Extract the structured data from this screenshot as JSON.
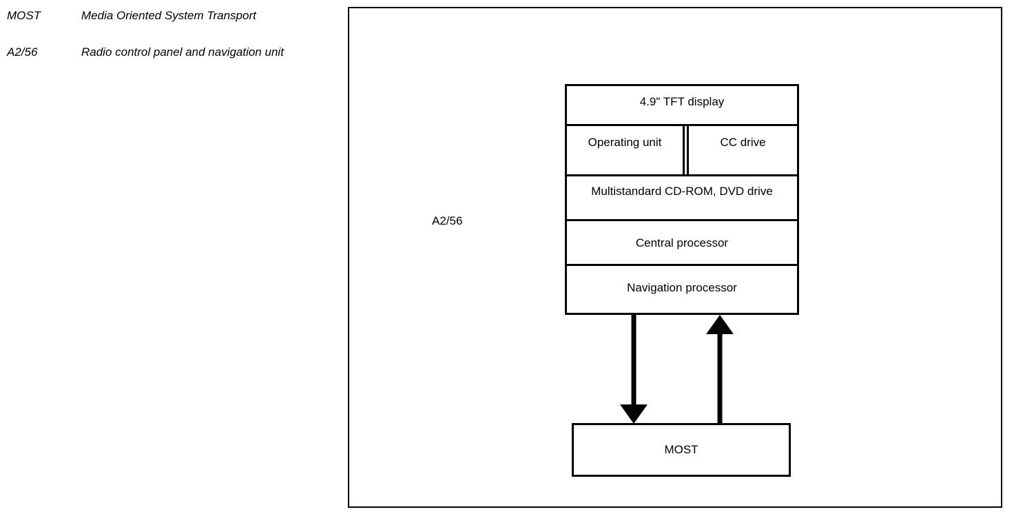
{
  "legend": {
    "entries": [
      {
        "term": "MOST",
        "description": "Media Oriented System Transport"
      },
      {
        "term": "A2/56",
        "description": "Radio control panel and navigation unit"
      }
    ]
  },
  "diagram": {
    "frame_label": "A2/56",
    "unit": {
      "rows": [
        {
          "label": "4.9\" TFT display"
        },
        {
          "left": "Operating unit",
          "right": "CC drive"
        },
        {
          "label": "Multistandard CD-ROM, DVD drive"
        },
        {
          "label": "Central processor"
        },
        {
          "label": "Navigation processor"
        }
      ]
    },
    "bus": {
      "label": "MOST"
    },
    "connections": [
      {
        "name": "unit-to-most",
        "direction": "down"
      },
      {
        "name": "most-to-unit",
        "direction": "up"
      }
    ],
    "colors": {
      "line": "#000000",
      "background": "#ffffff",
      "text": "#000000"
    }
  }
}
